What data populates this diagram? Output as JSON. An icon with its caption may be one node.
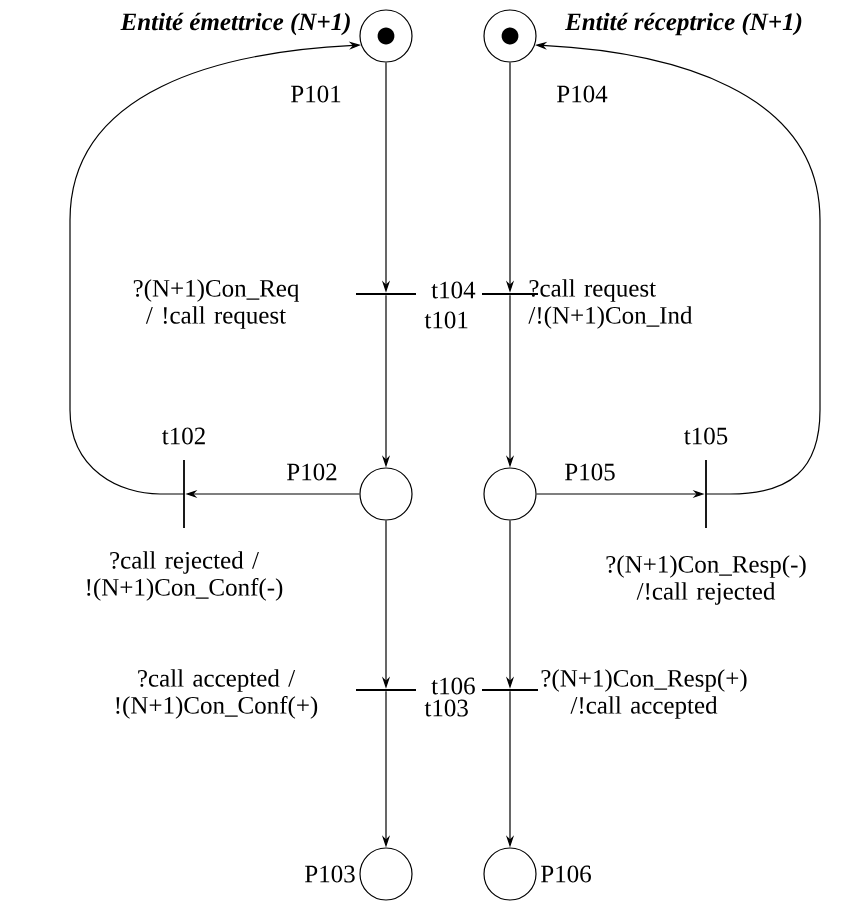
{
  "diagram": {
    "nodes": [
      {
        "text": [],
        "shape": "circle",
        "beside": [
          "P101"
        ]
      },
      {
        "text": [],
        "shape": "circle",
        "beside": [
          "P104"
        ]
      },
      {
        "text": [],
        "shape": "bar",
        "beside": [
          "t101",
          "?(N+1)Con_Req / !call request"
        ]
      },
      {
        "text": [],
        "shape": "bar",
        "beside": [
          "t104",
          "?call request /!(N+1)Con_Ind"
        ]
      },
      {
        "text": [],
        "shape": "bar",
        "beside": [
          "t102",
          "?call rejected / !(N+1)Con_Conf(-)"
        ]
      },
      {
        "text": [],
        "shape": "circle",
        "beside": [
          "P102"
        ]
      },
      {
        "text": [],
        "shape": "circle",
        "beside": [
          "P105"
        ]
      },
      {
        "text": [],
        "shape": "bar",
        "beside": [
          "t105",
          "?(N+1)Con_Resp(-) /!call rejected"
        ]
      },
      {
        "text": [],
        "shape": "bar",
        "beside": [
          "t103",
          "?call accepted / !(N+1)Con_Conf(+)"
        ]
      },
      {
        "text": [],
        "shape": "bar",
        "beside": [
          "t106",
          "?(N+1)Con_Resp(+) /!call accepted"
        ]
      },
      {
        "text": [],
        "shape": "circle",
        "beside": [
          "P103"
        ]
      },
      {
        "text": [],
        "shape": "circle",
        "beside": [
          "P106"
        ]
      }
    ],
    "edges": [
      {
        "from": 0,
        "to": 2,
        "arrow": "to"
      },
      {
        "from": 2,
        "to": 5,
        "arrow": "to"
      },
      {
        "from": 5,
        "to": 4,
        "arrow": "to"
      },
      {
        "from": 4,
        "to": 0,
        "arrow": "to"
      },
      {
        "from": 5,
        "to": 8,
        "arrow": "to"
      },
      {
        "from": 8,
        "to": 10,
        "arrow": "to"
      },
      {
        "from": 1,
        "to": 3,
        "arrow": "to"
      },
      {
        "from": 3,
        "to": 6,
        "arrow": "to"
      },
      {
        "from": 6,
        "to": 7,
        "arrow": "to"
      },
      {
        "from": 7,
        "to": 1,
        "arrow": "to"
      },
      {
        "from": 6,
        "to": 9,
        "arrow": "to"
      },
      {
        "from": 9,
        "to": 11,
        "arrow": "to"
      }
    ],
    "labels": [
      "Entité émettrice (N+1)",
      "Entité réceptrice (N+1)"
    ]
  }
}
